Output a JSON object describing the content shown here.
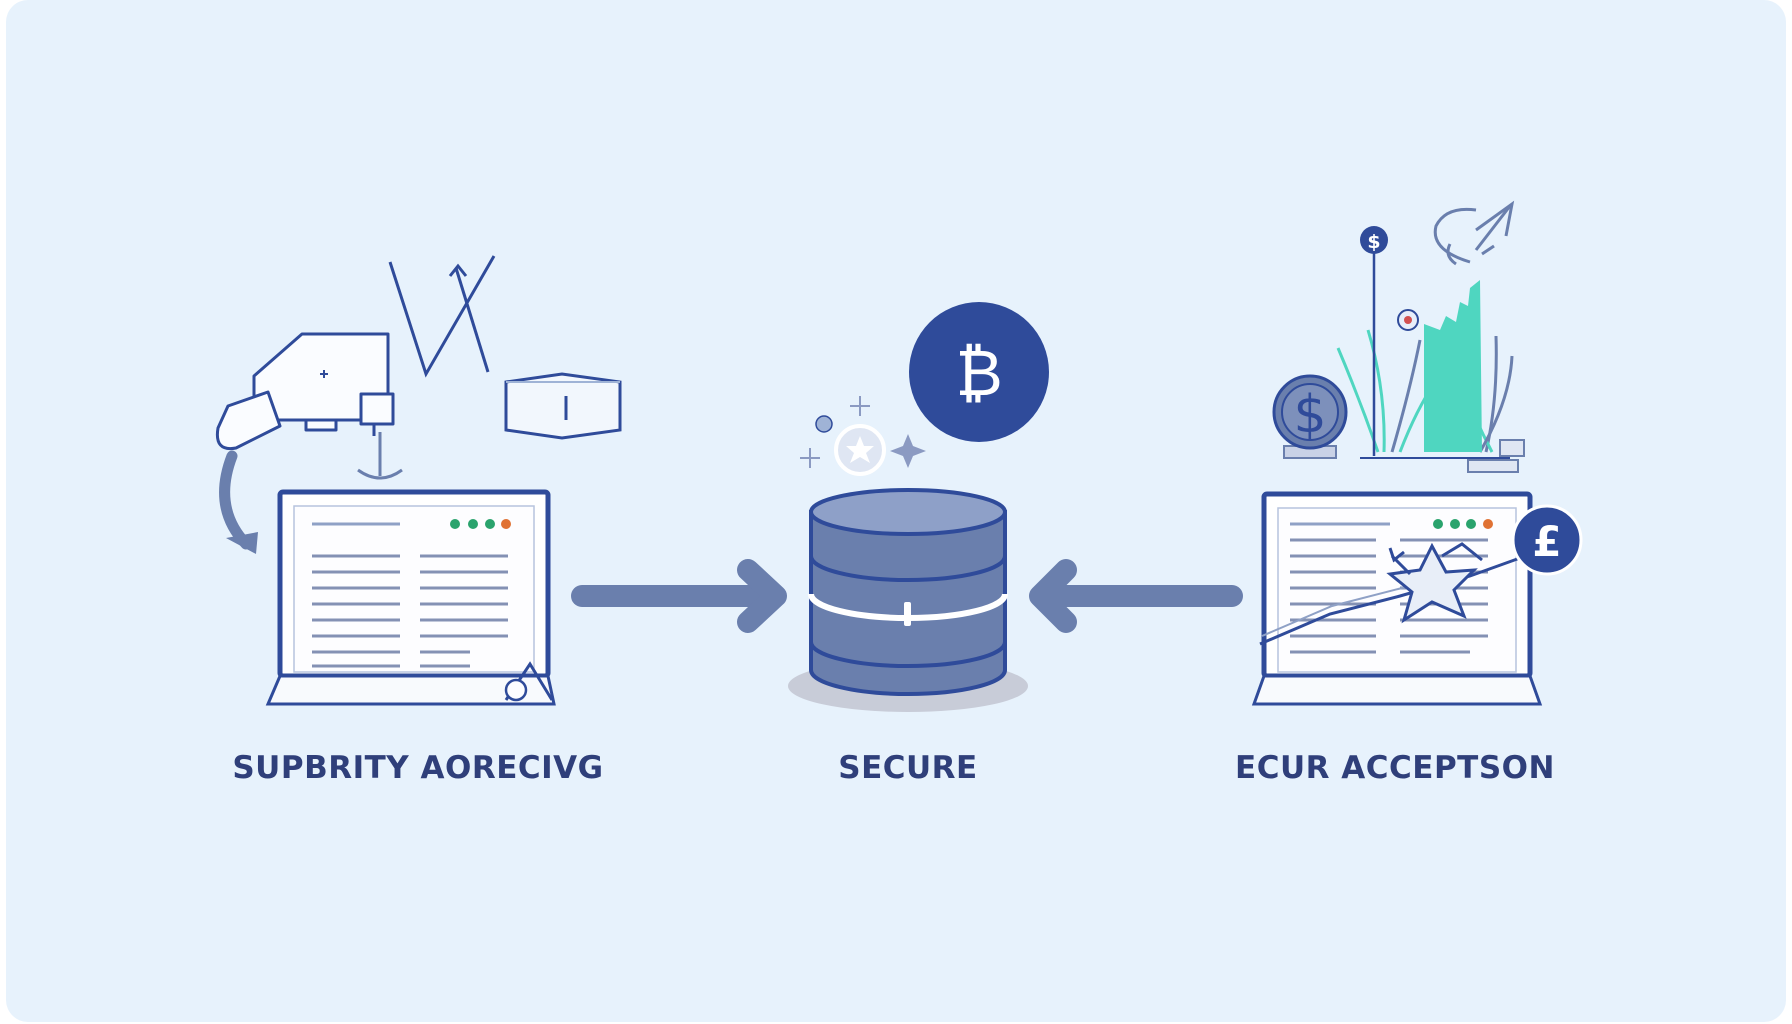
{
  "labels": {
    "left": "SUPBRITY AORECIVG",
    "middle": "SECURE",
    "right": "ECUR ACCEPTSON"
  },
  "icons": {
    "bitcoin": "₿",
    "dollar": "$",
    "small_dollar": "$",
    "pound": "£"
  },
  "colors": {
    "background": "#e7f2fc",
    "primary": "#2f4b9a",
    "slate": "#6a7fad",
    "teal": "#4fd6c0",
    "text": "#2f3f7a"
  }
}
